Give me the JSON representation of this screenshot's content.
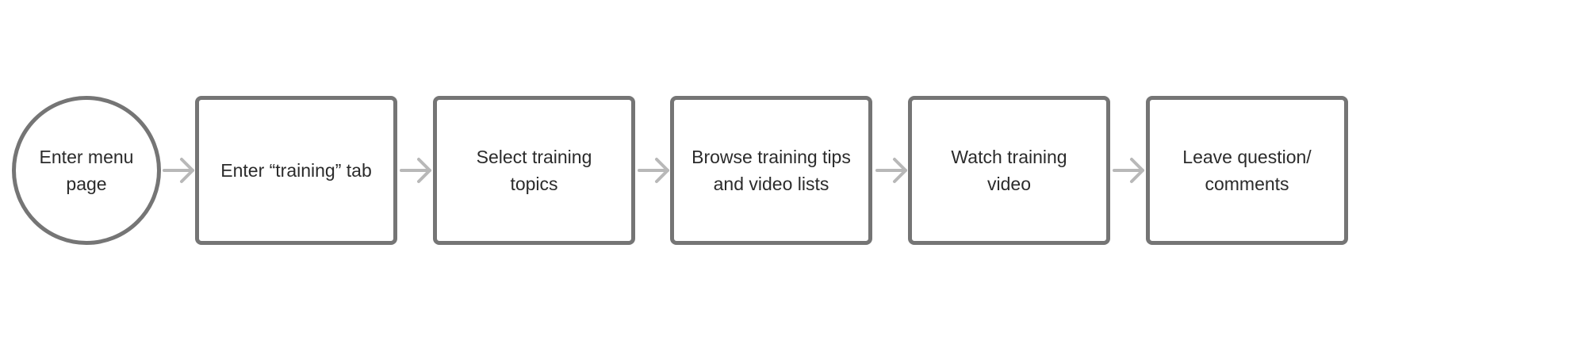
{
  "diagram": {
    "steps": [
      {
        "label": "Enter menu page",
        "shape": "circle"
      },
      {
        "label": "Enter “training” tab",
        "shape": "rounded-rect"
      },
      {
        "label": "Select training topics",
        "shape": "rounded-rect"
      },
      {
        "label": "Browse training tips and video lists",
        "shape": "rounded-rect"
      },
      {
        "label": "Watch training video",
        "shape": "rounded-rect"
      },
      {
        "label": "Leave question/ comments",
        "shape": "rounded-rect"
      }
    ],
    "connector": "arrow-right",
    "colors": {
      "node_border": "#757575",
      "arrow": "#b8b8b8",
      "text": "#2b2b2b",
      "background": "#ffffff"
    }
  }
}
